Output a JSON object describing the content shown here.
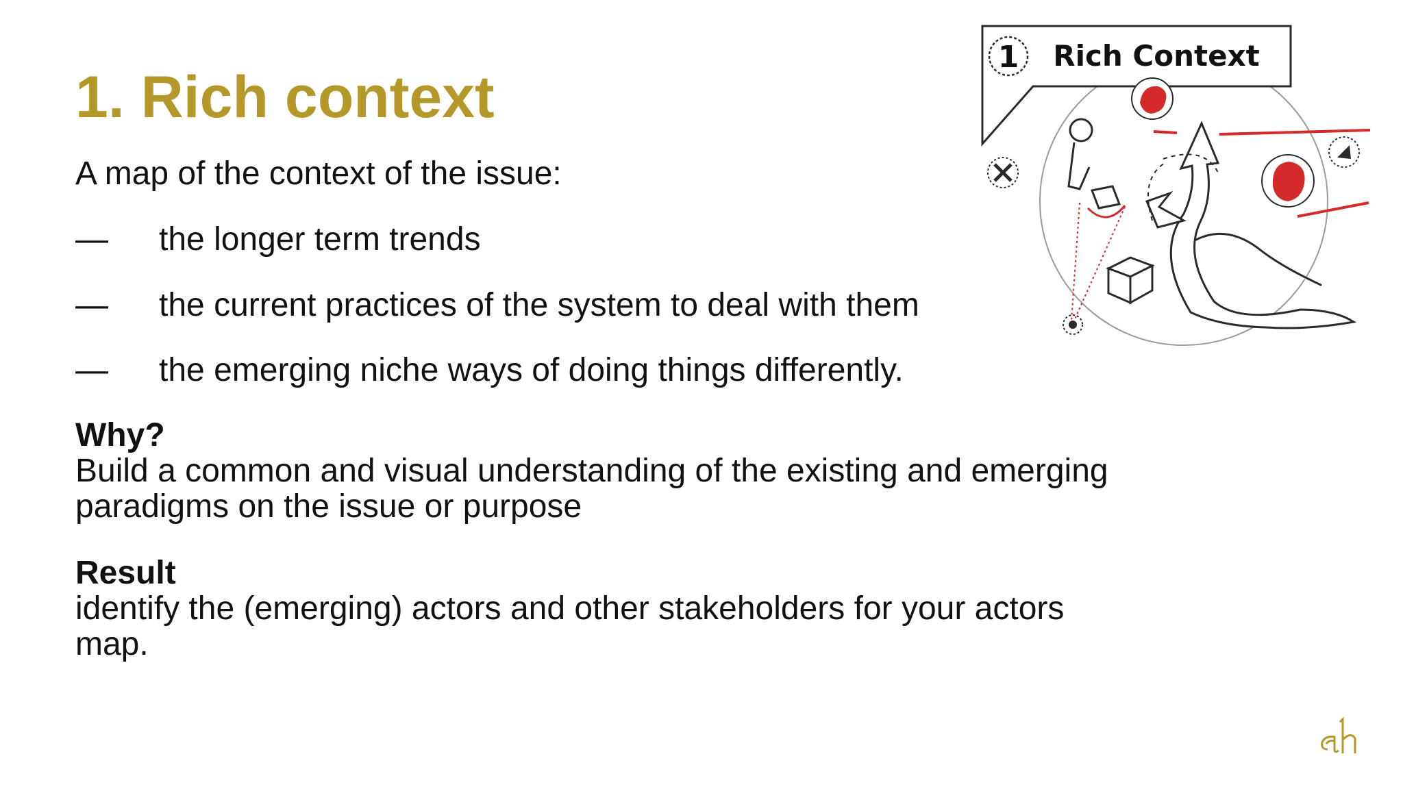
{
  "slide": {
    "title": "1. Rich context",
    "intro": "A map of the context of the issue:",
    "bullet_marker": "—",
    "bullets": [
      "the longer term trends",
      "the current practices of the system to deal with them",
      "the emerging niche ways of doing things differently."
    ],
    "why": {
      "heading": "Why?",
      "body": "Build a common and visual understanding of the existing and emerging paradigms on the issue or purpose"
    },
    "result": {
      "heading": "Result",
      "body": "identify the (emerging) actors and other stakeholders for your actors map."
    }
  },
  "illustration": {
    "step_number": "1",
    "label": "Rich Context"
  },
  "logo": {
    "icon": "ah-monogram-icon"
  },
  "colors": {
    "title": "#b5982a",
    "accent_red": "#d42a2a",
    "text": "#111111"
  }
}
